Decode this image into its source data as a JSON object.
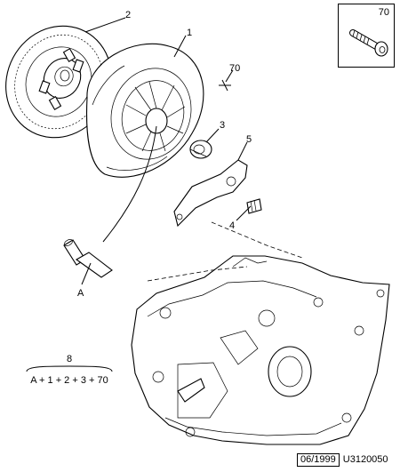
{
  "callouts": {
    "pressure_plate": "1",
    "clutch_disc": "2",
    "release_bearing": "3",
    "guide_stud": "4",
    "release_fork": "5",
    "screw_on_plate": "70",
    "screw_reference": "70",
    "alignment_tool": "A"
  },
  "kit": {
    "number": "8",
    "formula": "A + 1 + 2 + 3 + 70"
  },
  "footer": {
    "date": "06/1999",
    "code": "U3120050"
  }
}
